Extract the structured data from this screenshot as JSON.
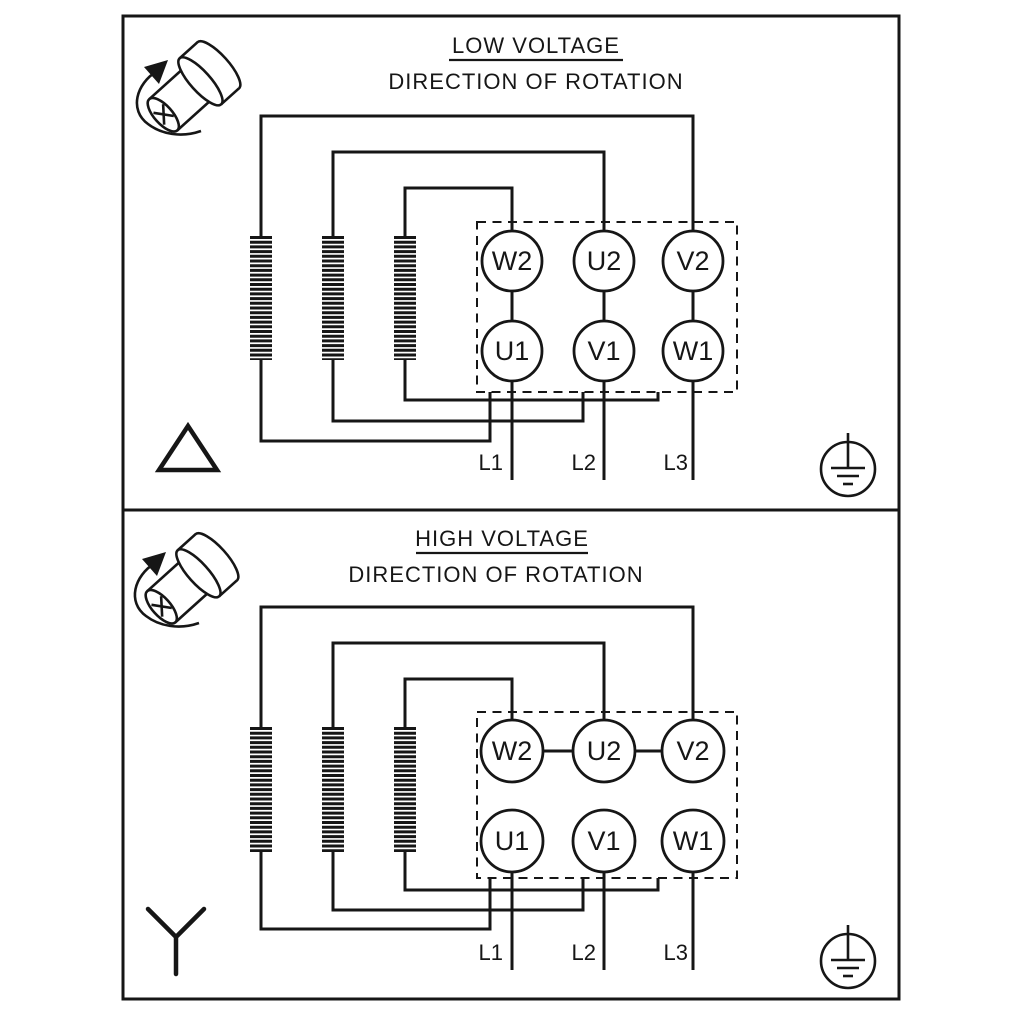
{
  "diagram": {
    "background": "#ffffff",
    "line_color": "#161616",
    "panels": [
      {
        "id": "low-voltage",
        "title": "LOW VOLTAGE",
        "subtitle": "DIRECTION OF ROTATION",
        "connection_type": "delta",
        "terminals_top": [
          "W2",
          "U2",
          "V2"
        ],
        "terminals_bottom": [
          "U1",
          "V1",
          "W1"
        ],
        "supply_lines": [
          "L1",
          "L2",
          "L3"
        ],
        "icons": [
          "shaft-rotation-icon",
          "delta-connection-icon",
          "earth-ground-icon"
        ]
      },
      {
        "id": "high-voltage",
        "title": "HIGH VOLTAGE",
        "subtitle": "DIRECTION OF ROTATION",
        "connection_type": "star",
        "terminals_top": [
          "W2",
          "U2",
          "V2"
        ],
        "terminals_bottom": [
          "U1",
          "V1",
          "W1"
        ],
        "supply_lines": [
          "L1",
          "L2",
          "L3"
        ],
        "icons": [
          "shaft-rotation-icon",
          "star-connection-icon",
          "earth-ground-icon"
        ]
      }
    ]
  }
}
